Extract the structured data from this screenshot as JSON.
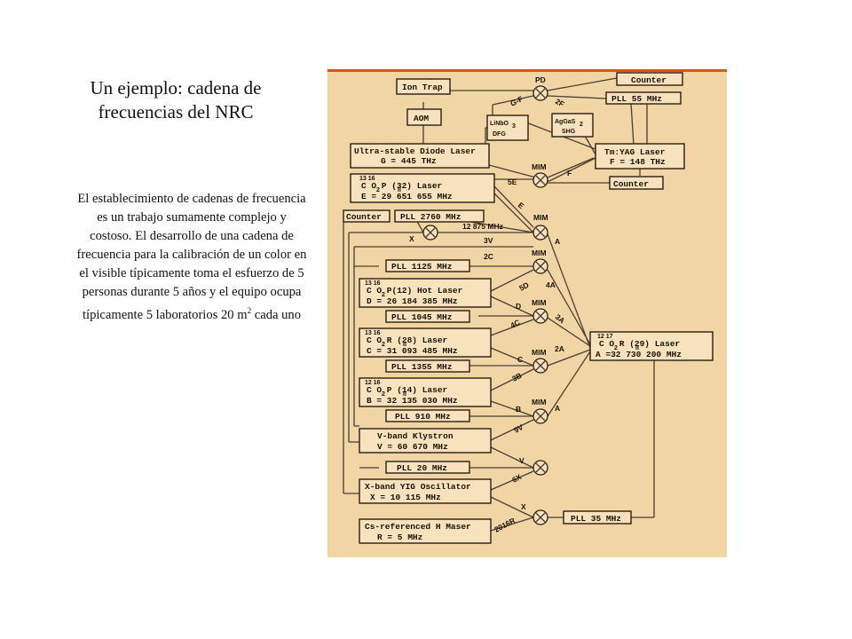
{
  "slide": {
    "title": "Un ejemplo: cadena de frecuencias del NRC",
    "body": "El establecimiento de cadenas de frecuencia es un trabajo sumamente complejo y costoso. El desarrollo de una cadena de frecuencia para la calibración de un color en el visible típicamente toma el esfuerzo de 5 personas durante 5 años y el equipo ocupa típicamente 5 laboratorios 20 m",
    "body_sup": "2",
    "body_end": " cada uno"
  },
  "colors": {
    "diagram_bg": "#f2d5a4",
    "top_border": "#d9531e",
    "box_fill": "#f7e2bd",
    "line": "#4a3e34"
  },
  "diagram": {
    "ion_trap": "Ion Trap",
    "aom": "AOM",
    "counter_top": "Counter",
    "pll_55": "PLL 55 MHz",
    "linbo3_1": "LiNbO",
    "linbo3_sub": "3",
    "linbo3_2": "DFG",
    "aggas2_1": "AgGaS",
    "aggas2_sub": "2",
    "aggas2_2": "SHG",
    "diode_1": "Ultra-stable Diode Laser",
    "diode_2": "G = 445 THz",
    "tmyag_1": "Tm:YAG Laser",
    "tmyag_2": "F = 148 THz",
    "co2_e_iso": "13 16",
    "co2_e_1": "C O  P  (32) Laser",
    "co2_e_2": "E = 29 651 655 MHz",
    "counter_mid": "Counter",
    "counter_left": "Counter",
    "pll_2760": "PLL 2760 MHz",
    "pll_1125": "PLL 1125 MHz",
    "co2_d_iso": "13 16",
    "co2_d_1": "C O  P(12) Hot Laser",
    "co2_d_2": "D = 26 184 385 MHz",
    "pll_1045": "PLL 1045 MHz",
    "co2_c_iso": "13 16",
    "co2_c_1": "C O  R  (28)  Laser",
    "co2_c_2": "C = 31 093 485 MHz",
    "pll_1355": "PLL 1355 MHz",
    "co2_b_iso": "12 16",
    "co2_b_1": "C O  P  (14) Laser",
    "co2_b_2": "B = 32 135 030 MHz",
    "pll_910": "PLL 910 MHz",
    "klystron_1": "V-band Klystron",
    "klystron_2": "V = 60 670 MHz",
    "pll_20": "PLL 20 MHz",
    "yig_1": "X-band YIG Oscillator",
    "yig_2": "X = 10 115 MHz",
    "maser_1": "Cs-referenced H Maser",
    "maser_2": "R = 5 MHz",
    "pll_35": "PLL 35 MHz",
    "co2_a_iso": "12 17",
    "co2_a_1": "C O  R  (29) Laser",
    "co2_a_2": "A =32 730 200 MHz",
    "lbl_pd": "PD",
    "lbl_gf": "G-F",
    "lbl_2f": "2F",
    "lbl_mim1": "MIM",
    "lbl_5e": "5E",
    "lbl_f": "F",
    "lbl_e": "E",
    "lbl_mim2": "MIM",
    "lbl_12875": "12 875 MHz",
    "lbl_x": "X",
    "lbl_3v": "3V",
    "lbl_a1": "A",
    "lbl_2c": "2C",
    "lbl_mim3": "MIM",
    "lbl_5d": "5D",
    "lbl_4a": "4A",
    "lbl_d": "D",
    "lbl_mim4": "MIM",
    "lbl_4c": "4C",
    "lbl_3a": "3A",
    "lbl_2a": "2A",
    "lbl_c": "C",
    "lbl_mim5": "MIM",
    "lbl_3b": "3B",
    "lbl_b": "B",
    "lbl_mim6": "MIM",
    "lbl_a2": "A",
    "lbl_9v": "9V",
    "lbl_v": "V",
    "lbl_6x": "6X",
    "lbl_x2": "X",
    "lbl_2016r": "2016R",
    "sub_2": "2",
    "sub_ii": "II"
  }
}
